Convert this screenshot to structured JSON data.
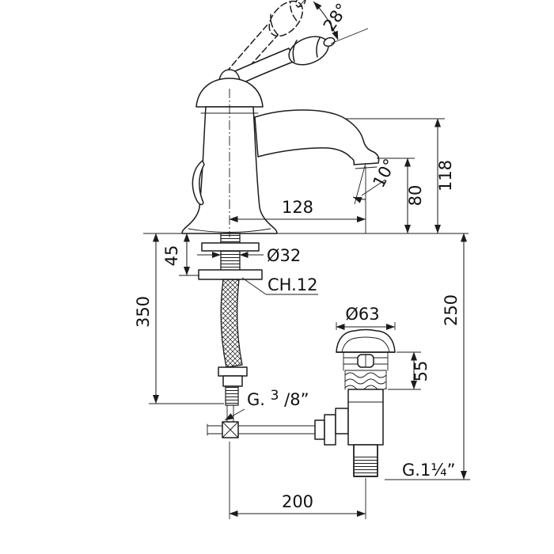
{
  "drawing": {
    "type": "technical-dimension-drawing",
    "subject": "single-lever basin mixer faucet with flexible supply hose and pop-up waste",
    "units": "mm",
    "colors": {
      "line": "#1c1c1c",
      "background": "#ffffff",
      "text": "#111111"
    }
  },
  "labels": {
    "handle_angle": "28°",
    "spout_angle": "10°",
    "spout_reach": "128",
    "spout_height": "80",
    "total_height": "118",
    "deck_thickness": "45",
    "shank_diameter": "Ø32",
    "wrench_size": "CH.12",
    "hose_length": "350",
    "waste_height": "250",
    "waste_flange_diameter": "Ø63",
    "waste_top_height": "55",
    "inlet_thread_prefix": "G.",
    "inlet_thread_numerator": "3",
    "inlet_thread_rest": "/8”",
    "waste_thread": "G.1¼”",
    "center_distance": "200"
  }
}
